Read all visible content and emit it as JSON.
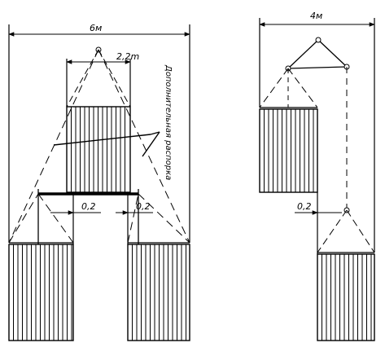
{
  "labels": {
    "left_overall_width": "6м",
    "right_overall_width": "4м",
    "top_spacing": "2,2m",
    "left_gap": "0,2",
    "middle_gap": "0,2",
    "right_gap": "0,2",
    "annotation": "Дополнительная распорка"
  },
  "style": {
    "line_color": "#000000",
    "background": "#ffffff"
  }
}
